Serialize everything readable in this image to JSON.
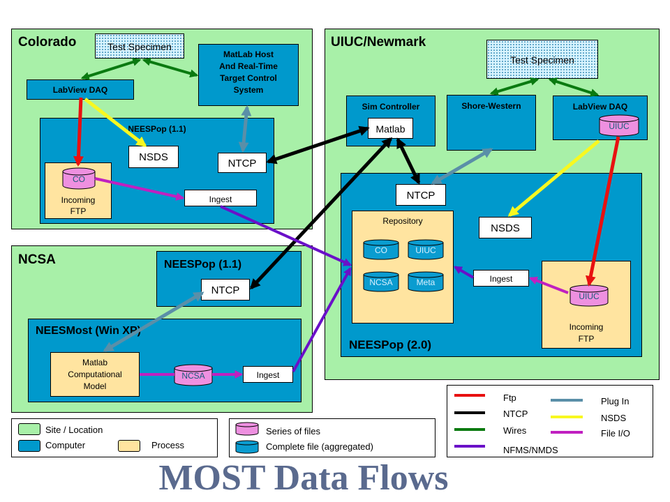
{
  "title": "MOST Data Flows",
  "colorado": {
    "site": "Colorado",
    "specimen": "Test Specimen",
    "labview": "LabView  DAQ",
    "matlab_host": [
      "MatLab Host",
      "And Real-Time",
      "Target Control",
      "System"
    ],
    "neespop": "NEESPop (1.1)",
    "nsds": "NSDS",
    "ntcp": "NTCP",
    "co": "CO",
    "incoming": [
      "Incoming",
      "FTP"
    ],
    "ingest": "Ingest"
  },
  "uiuc": {
    "site": "UIUC/Newmark",
    "specimen": "Test Specimen",
    "sim_controller": "Sim Controller",
    "matlab": "Matlab",
    "shore": "Shore-Western",
    "labview": "LabView DAQ",
    "labview_file": "UIUC",
    "ntcp": "NTCP",
    "repository": "Repository",
    "repo_files": [
      "CO",
      "UIUC",
      "NCSA",
      "Meta"
    ],
    "nsds": "NSDS",
    "ingest": "Ingest",
    "incoming_file": "UIUC",
    "incoming": [
      "Incoming",
      "FTP"
    ],
    "neespop": "NEESPop (2.0)"
  },
  "ncsa": {
    "site": "NCSA",
    "neespop": "NEESPop (1.1)",
    "ntcp": "NTCP",
    "neesmost": "NEESMost (Win XP)",
    "model": [
      "Matlab",
      "Computational",
      "Model"
    ],
    "file": "NCSA",
    "ingest": "Ingest"
  },
  "legend_boxes": {
    "site": "Site / Location",
    "computer": "Computer",
    "process": "Process"
  },
  "legend_files": {
    "series": "Series of files",
    "complete": "Complete file (aggregated)"
  },
  "legend_lines": {
    "ftp": "Ftp",
    "ntcp": "NTCP",
    "wires": "Wires",
    "nfms": "NFMS/NMDS",
    "plugin": "Plug In",
    "nsds": "NSDS",
    "fileio": "File I/O"
  },
  "colors": {
    "site_bg": "#a8f0a8",
    "computer_bg": "#0099cc",
    "process_bg": "#ffe4a0",
    "ftp": "#e81010",
    "ntcp": "#000000",
    "wires": "#0a7a10",
    "nfms": "#6a10c8",
    "plugin": "#5a8fa8",
    "nsds": "#f8f820",
    "fileio": "#c020c0"
  }
}
